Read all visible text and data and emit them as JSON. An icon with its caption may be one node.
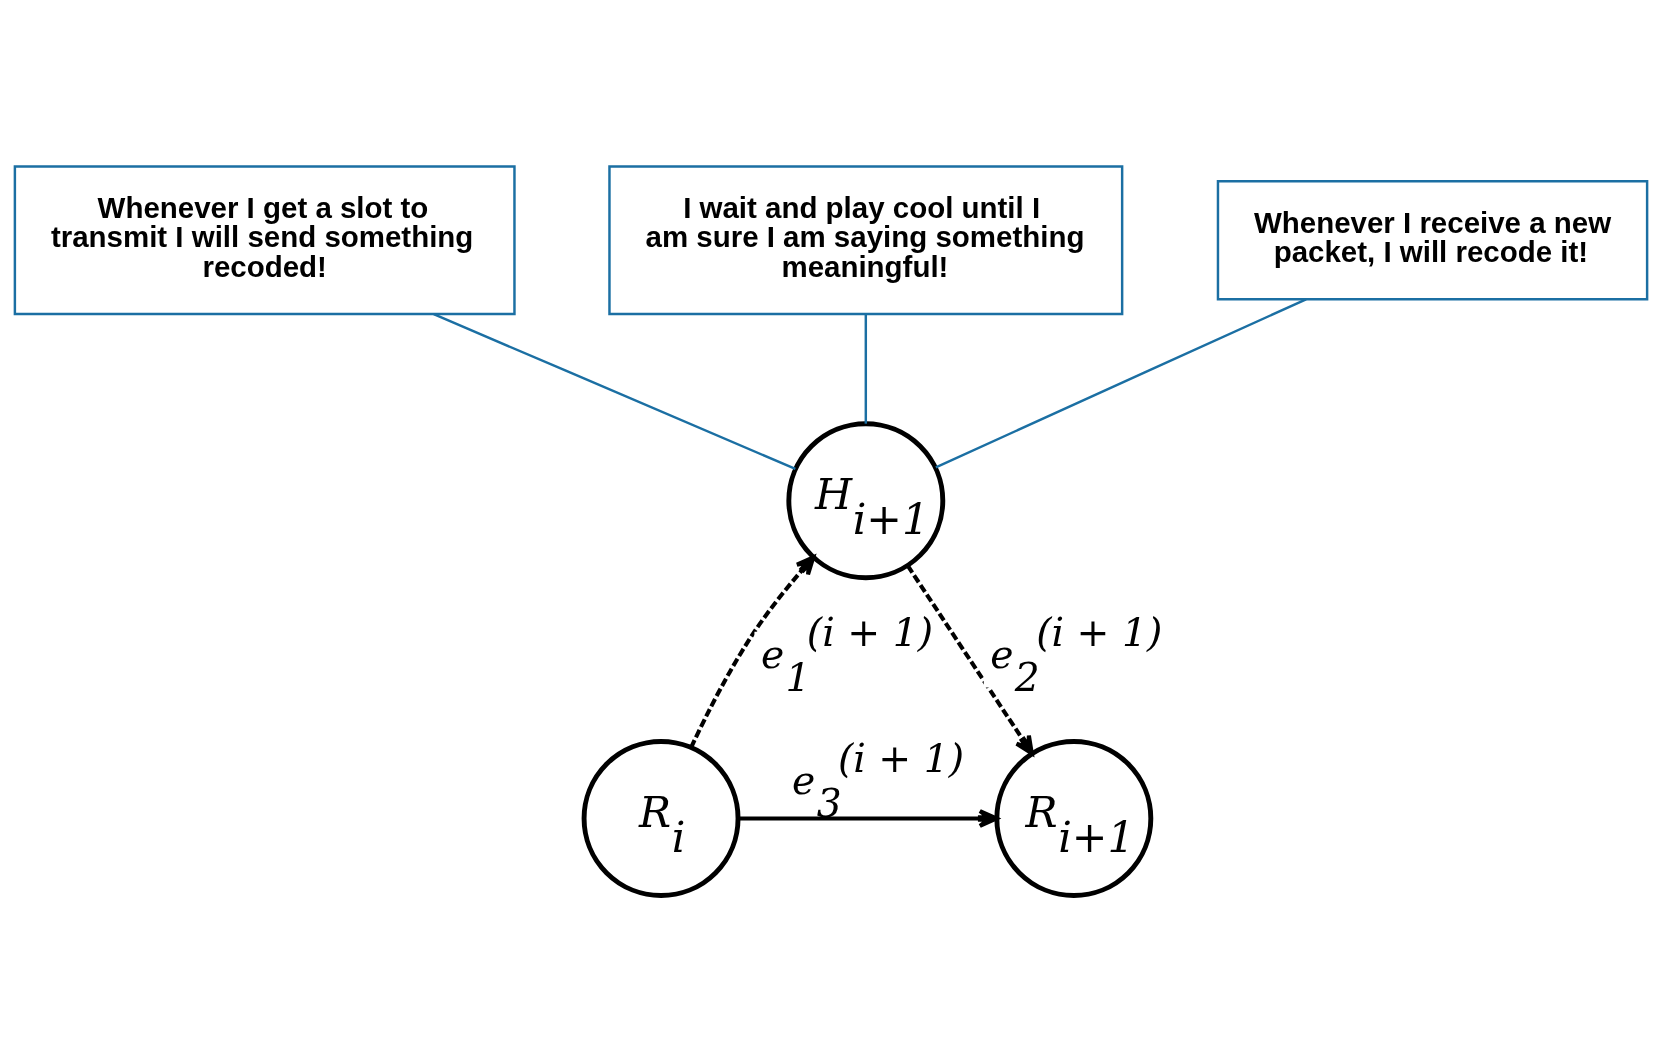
{
  "diagram": {
    "nodes": [
      {
        "text": [
          "I wait and play cool until I am sure I am saying something meaningful!"
        ]
      },
      {
        "text": [
          "Whenever I receive a new packet, I will recode it!"
        ]
      },
      {
        "text": [
          "Whenever I get a slot to transmit I will send something recoded!"
        ]
      },
      {
        "text": [
          "H$_{i+1}$"
        ]
      },
      {
        "text": [
          "R$_{i}$"
        ]
      },
      {
        "text": [
          "R$_{i+1}$"
        ]
      }
    ],
    "edges": [
      {
        "from": 2,
        "to": 3,
        "arrow": "none",
        "color": "#1b6fa3"
      },
      {
        "from": 0,
        "to": 3,
        "arrow": "none",
        "color": "#1b6fa3"
      },
      {
        "from": 1,
        "to": 3,
        "arrow": "none",
        "color": "#1b6fa3"
      },
      {
        "from": 4,
        "to": 3,
        "arrow": "to",
        "style": "dashed",
        "label": "e$_{1}$$^{(i + 1)}$",
        "color": "#000000"
      },
      {
        "from": 3,
        "to": 5,
        "arrow": "to",
        "style": "dashed",
        "label": "e$_{2}$$^{(i + 1)}$",
        "color": "#000000"
      },
      {
        "from": 4,
        "to": 5,
        "arrow": "to",
        "label": "e$_{3}$$^{(i + 1)}$",
        "color": "#000000"
      }
    ]
  }
}
